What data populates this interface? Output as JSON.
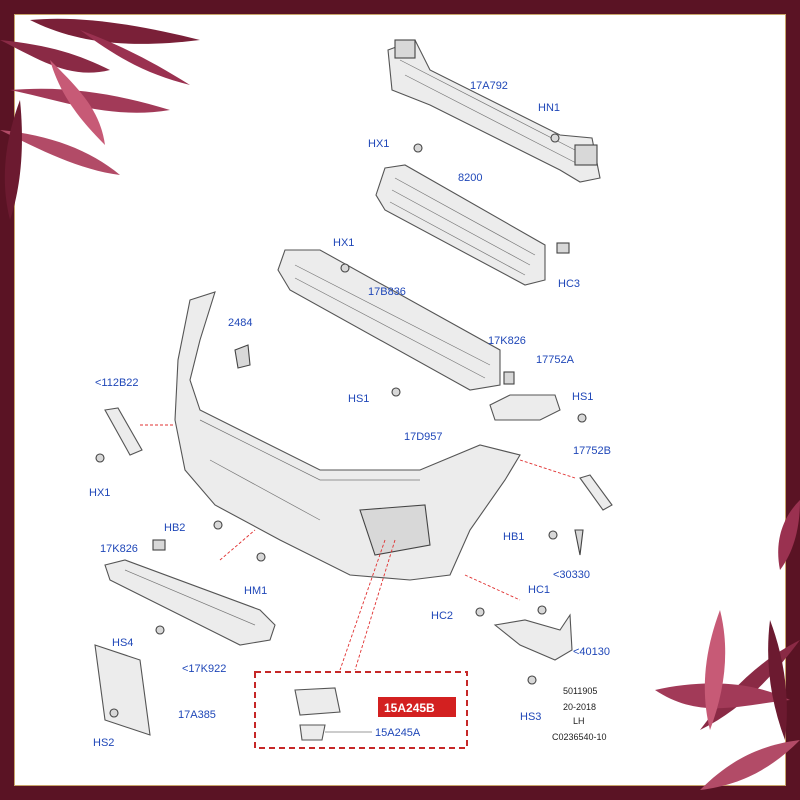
{
  "labels": {
    "l_17A792": "17A792",
    "l_HN1": "HN1",
    "l_HX1_a": "HX1",
    "l_8200": "8200",
    "l_HX1_b": "HX1",
    "l_HC3": "HC3",
    "l_17B836": "17B836",
    "l_2484": "2484",
    "l_17K826_a": "17K826",
    "l_17752A": "17752A",
    "l_112B22": "<112B22",
    "l_HS1_a": "HS1",
    "l_HS1_b": "HS1",
    "l_17D957": "17D957",
    "l_17752B": "17752B",
    "l_HX1_c": "HX1",
    "l_HB2": "HB2",
    "l_17K826_b": "17K826",
    "l_HB1": "HB1",
    "l_30330": "<30330",
    "l_HM1": "HM1",
    "l_HC1": "HC1",
    "l_HC2": "HC2",
    "l_HS4": "HS4",
    "l_17K922": "<17K922",
    "l_40130": "<40130",
    "l_17A385": "17A385",
    "l_HS2": "HS2",
    "l_15A245A": "15A245A",
    "l_HS3": "HS3",
    "highlight": "15A245B"
  },
  "footer": {
    "line1": "5011905",
    "line2": "20-2018",
    "line3": "LH",
    "line4": "C0236540-10"
  },
  "colors": {
    "label_blue": "#1f47b8",
    "highlight_red": "#d32020",
    "frame_maroon": "#5a1324"
  }
}
